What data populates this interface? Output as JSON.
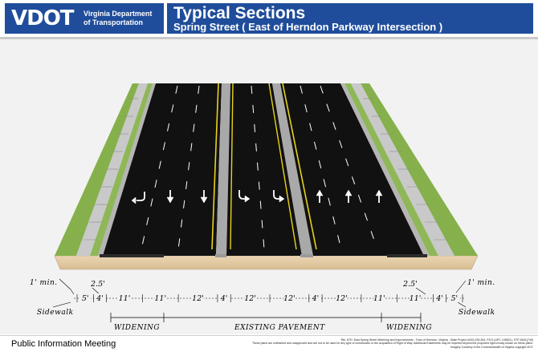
{
  "header": {
    "logo_text": "VDOT",
    "agency_line1": "Virginia Department",
    "agency_line2": "of Transportation",
    "title": "Typical Sections",
    "subtitle": "Spring Street  ( East of Herndon Parkway Intersection )"
  },
  "section": {
    "dimensions": [
      "5'",
      "4'",
      "11'",
      "11'",
      "12'",
      "4'",
      "12'",
      "12'",
      "4'",
      "12'",
      "11'",
      "11'",
      "4'",
      "5'"
    ],
    "left": {
      "min_label": "1' min.",
      "offset_label": "2.5'",
      "sidewalk_label": "Sidewalk"
    },
    "right": {
      "min_label": "1' min.",
      "offset_label": "2.5'",
      "sidewalk_label": "Sidewalk"
    },
    "extents": {
      "left_widening": "WIDENING",
      "existing": "EXISTING PAVEMENT",
      "right_widening": "WIDENING"
    }
  },
  "footer": {
    "title": "Public Information Meeting",
    "note1": "Rte. 675 / East Spring Street Widening and Improvements - Town of Herndon, Virginia - State Project U000-235-364, P101 (UPC 105621), STP-5A01(749)",
    "note2": "These plans are unfinished and unapproved and are not to be used for any type of construction or the acquisition of Right of Way. Additional Easements may be required beyond the proposed right-of-way shown on these plans.",
    "note3": "Imagery Courtesy of the Commonwealth of Virginia copyright 2017"
  },
  "colors": {
    "brand_blue": "#1f4d9b",
    "asphalt": "#111111",
    "grass": "#86b04c",
    "sidewalk": "#c4c4c4",
    "median": "#a9a9a9",
    "yellow_line": "#e8d21a",
    "soil": "#e2c9a3"
  },
  "icons": {
    "left_turn_arrow": "left-arrow-icon",
    "down_arrow": "down-arrow-icon",
    "up_arrow": "up-arrow-icon"
  }
}
